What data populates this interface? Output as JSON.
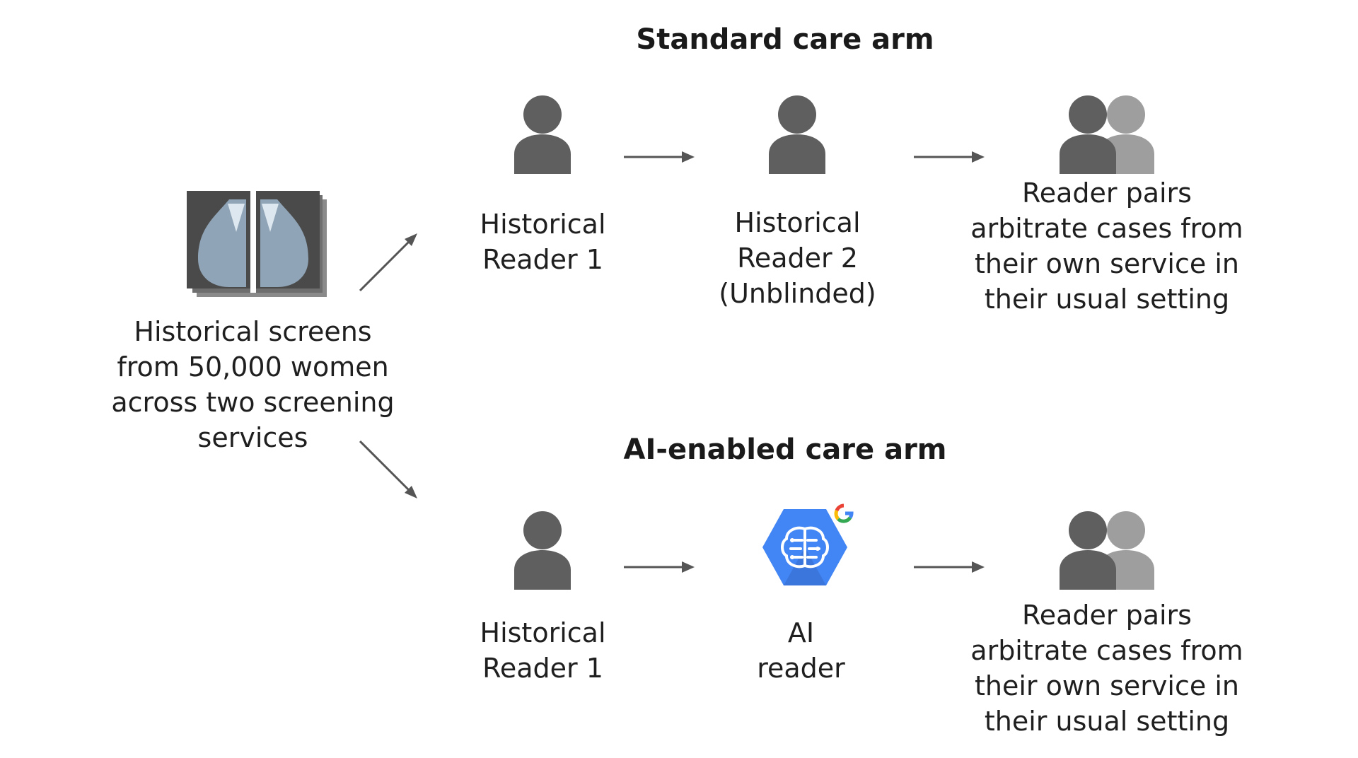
{
  "source": {
    "lines": [
      "Historical screens",
      "from 50,000 women",
      "across two screening",
      "services"
    ],
    "icon": "mammogram-images-icon"
  },
  "standard_arm": {
    "title": "Standard care arm",
    "step1": {
      "lines": [
        "Historical",
        "Reader 1"
      ],
      "icon": "person-icon"
    },
    "step2": {
      "lines": [
        "Historical",
        "Reader 2",
        "(Unblinded)"
      ],
      "icon": "person-icon"
    },
    "step3": {
      "lines": [
        "Reader pairs",
        "arbitrate cases from",
        "their own service in",
        "their usual setting"
      ],
      "icon": "people-pair-icon"
    }
  },
  "ai_arm": {
    "title": "AI-enabled care arm",
    "step1": {
      "lines": [
        "Historical",
        "Reader 1"
      ],
      "icon": "person-icon"
    },
    "step2": {
      "lines": [
        "AI",
        "reader"
      ],
      "icon": "ai-brain-hexagon-icon"
    },
    "step3": {
      "lines": [
        "Reader pairs",
        "arbitrate cases from",
        "their own service in",
        "their usual setting"
      ],
      "icon": "people-pair-icon"
    }
  },
  "colors": {
    "person_dark": "#5f5f5f",
    "person_light": "#9e9e9e",
    "arrow": "#555555",
    "ai_blue": "#4285f4",
    "ai_blue_light": "#6fa2f7",
    "scan_dark": "#4a4a4a",
    "scan_tissue": "#8fa4b6"
  }
}
